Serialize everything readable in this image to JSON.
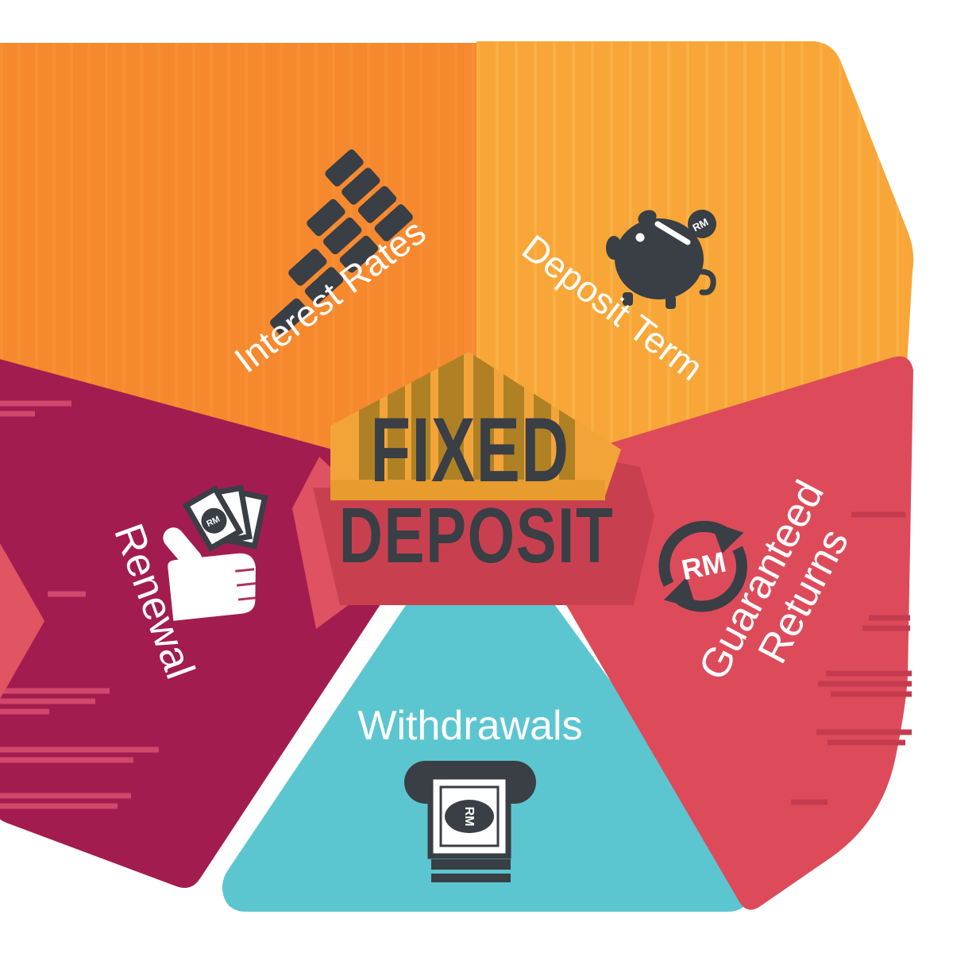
{
  "title": {
    "line1": "FIXED",
    "line2": "DEPOSIT",
    "color": "#3A3E45"
  },
  "center": {
    "band_color": "#C8404F",
    "house_color": "#F3A439",
    "house_bar_color": "#AF8124",
    "strip_color": "#E89C2E",
    "fold_color": "#DE5262"
  },
  "colors": {
    "icon": "#3A3E45",
    "label": "#FFFFFF",
    "left_tip": "#E15563"
  },
  "segments": [
    {
      "id": "interest-rates",
      "label": "Interest Rates",
      "color": "#F6882E",
      "icon": "bar-chart-icon"
    },
    {
      "id": "deposit-term",
      "label": "Deposit Term",
      "color": "#F7A637",
      "icon": "piggy-bank-icon",
      "badge": "RM"
    },
    {
      "id": "guaranteed-returns",
      "label": "Guaranteed Returns",
      "label_lines": [
        "Guaranteed",
        "Returns"
      ],
      "color": "#DD4B5B",
      "icon": "circular-arrows-icon",
      "badge": "RM"
    },
    {
      "id": "withdrawals",
      "label": "Withdrawals",
      "color": "#5CC6D0",
      "icon": "cash-dispenser-icon",
      "badge": "RM"
    },
    {
      "id": "renewal",
      "label": "Renewal",
      "color": "#A21C50",
      "icon": "thumbs-up-cash-icon",
      "badge": "RM"
    }
  ]
}
